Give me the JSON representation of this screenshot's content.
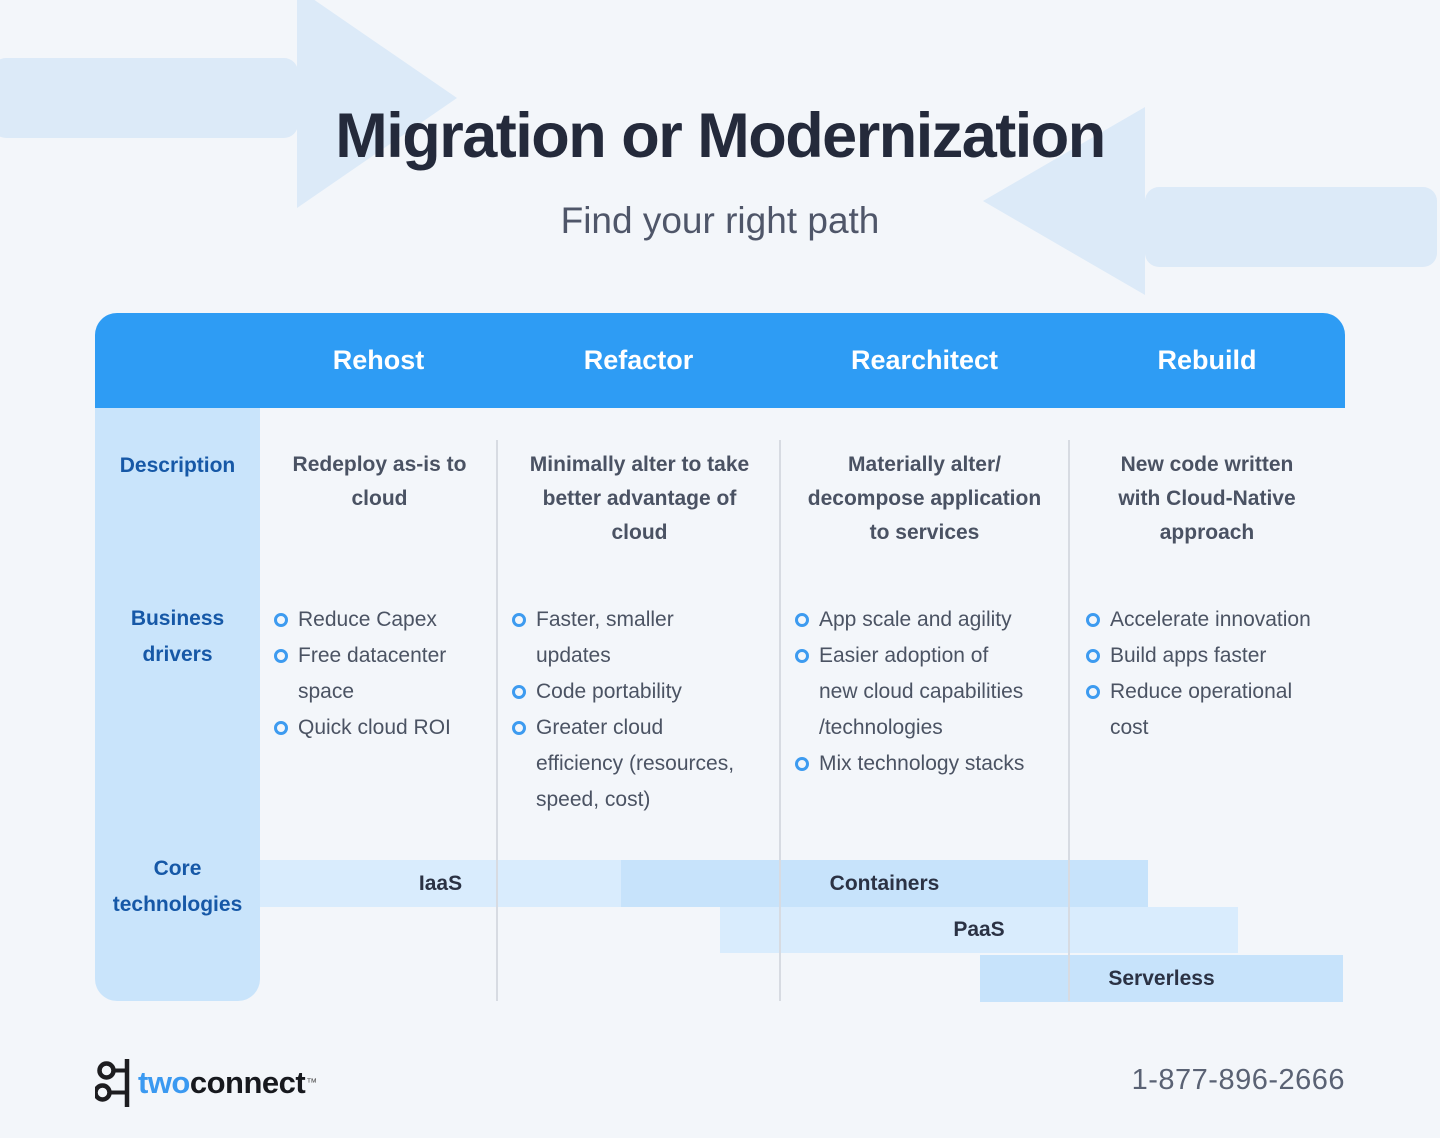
{
  "page": {
    "title": "Migration or Modernization",
    "subtitle": "Find your right path",
    "phone": "1-877-896-2666",
    "logo": {
      "part1": "two",
      "part2": "connect",
      "tm": "™"
    }
  },
  "table": {
    "row_labels": {
      "description": "Description",
      "business_drivers": "Business\ndrivers",
      "core_technologies": "Core\ntechnologies"
    },
    "columns": [
      {
        "header": "Rehost",
        "description": "Redeploy as-is to\ncloud",
        "drivers": [
          "Reduce Capex",
          "Free datacenter\nspace",
          "Quick cloud ROI"
        ]
      },
      {
        "header": "Refactor",
        "description": "Minimally alter to take\nbetter advantage of\ncloud",
        "drivers": [
          "Faster, smaller\nupdates",
          "Code portability",
          "Greater cloud\nefficiency (resources,\nspeed, cost)"
        ]
      },
      {
        "header": "Rearchitect",
        "description": "Materially alter/\ndecompose application\nto services",
        "drivers": [
          "App scale and agility",
          "Easier adoption of\nnew cloud capabilities\n/technologies",
          "Mix technology stacks"
        ]
      },
      {
        "header": "Rebuild",
        "description": "New code written\nwith Cloud-Native\napproach",
        "drivers": [
          "Accelerate innovation",
          "Build apps faster",
          "Reduce operational\ncost"
        ]
      }
    ],
    "technologies": [
      {
        "label": "IaaS"
      },
      {
        "label": "Containers"
      },
      {
        "label": "PaaS"
      },
      {
        "label": "Serverless"
      }
    ]
  },
  "colors": {
    "header_blue": "#2e9cf4",
    "label_column_blue": "#c9e4fb",
    "bar_light_blue": "#d9ecfd",
    "bar_medium_blue": "#c7e3fb",
    "row_label_blue": "#1658a7",
    "bullet_blue": "#3d9bf0",
    "arrow_background_blue": "#dceaf8",
    "title_navy": "#242a3b",
    "body_text_gray": "#4b5363",
    "logo_two_blue": "#3a99f1"
  }
}
